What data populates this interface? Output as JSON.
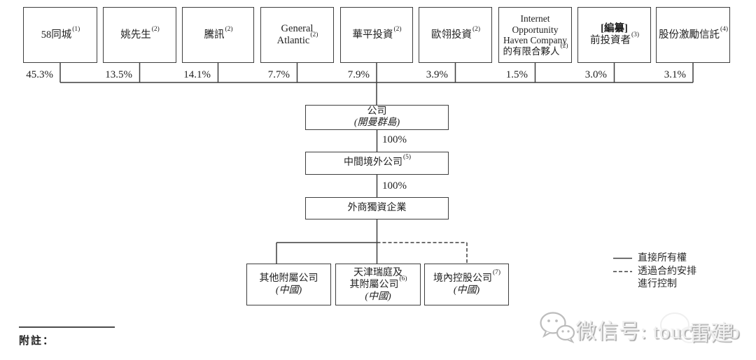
{
  "diagram": {
    "shareholders": [
      {
        "name": "58同城",
        "sup": "(1)",
        "pct": "45.3%"
      },
      {
        "name": "姚先生",
        "sup": "(2)",
        "pct": "13.5%"
      },
      {
        "name": "騰訊",
        "sup": "(2)",
        "pct": "14.1%"
      },
      {
        "name": "General Atlantic",
        "sup": "(2)",
        "pct": "7.7%"
      },
      {
        "name": "華平投資",
        "sup": "(2)",
        "pct": "7.9%"
      },
      {
        "name": "歐翎投資",
        "sup": "(2)",
        "pct": "3.9%"
      },
      {
        "name": "Internet\nOpportunity\nHaven Company\n的有限合夥人",
        "sup": "(2)",
        "pct": "1.5%"
      },
      {
        "prefix": "[編纂]",
        "name": "前投資者",
        "sup": "(3)",
        "pct": "3.0%"
      },
      {
        "name": "股份激勵信託",
        "sup": "(4)",
        "pct": "3.1%"
      }
    ],
    "chain": {
      "company": {
        "name": "公司",
        "jurisdiction": "(開曼群島)"
      },
      "ownership1": "100%",
      "intermediate": {
        "name": "中間境外公司",
        "sup": "(5)"
      },
      "ownership2": "100%",
      "wfoe": {
        "name": "外商獨資企業"
      }
    },
    "subsidiaries": [
      {
        "name": "其他附屬公司",
        "sup": "",
        "jurisdiction": "(中國)",
        "link": "solid"
      },
      {
        "name": "天津瑞庭及\n其附屬公司",
        "sup": "(6)",
        "jurisdiction": "(中國)",
        "link": "solid"
      },
      {
        "name": "境內控股公司",
        "sup": "(7)",
        "jurisdiction": "(中國)",
        "link": "dashed"
      }
    ],
    "legend": {
      "solid_label": "直接所有權",
      "dashed_label": "透過合約安排\n進行控制"
    },
    "notes_label": "附註："
  },
  "watermark": {
    "icon": "wechat-icon",
    "text": "微信号: touchweb",
    "overlay_text": "雷建"
  }
}
